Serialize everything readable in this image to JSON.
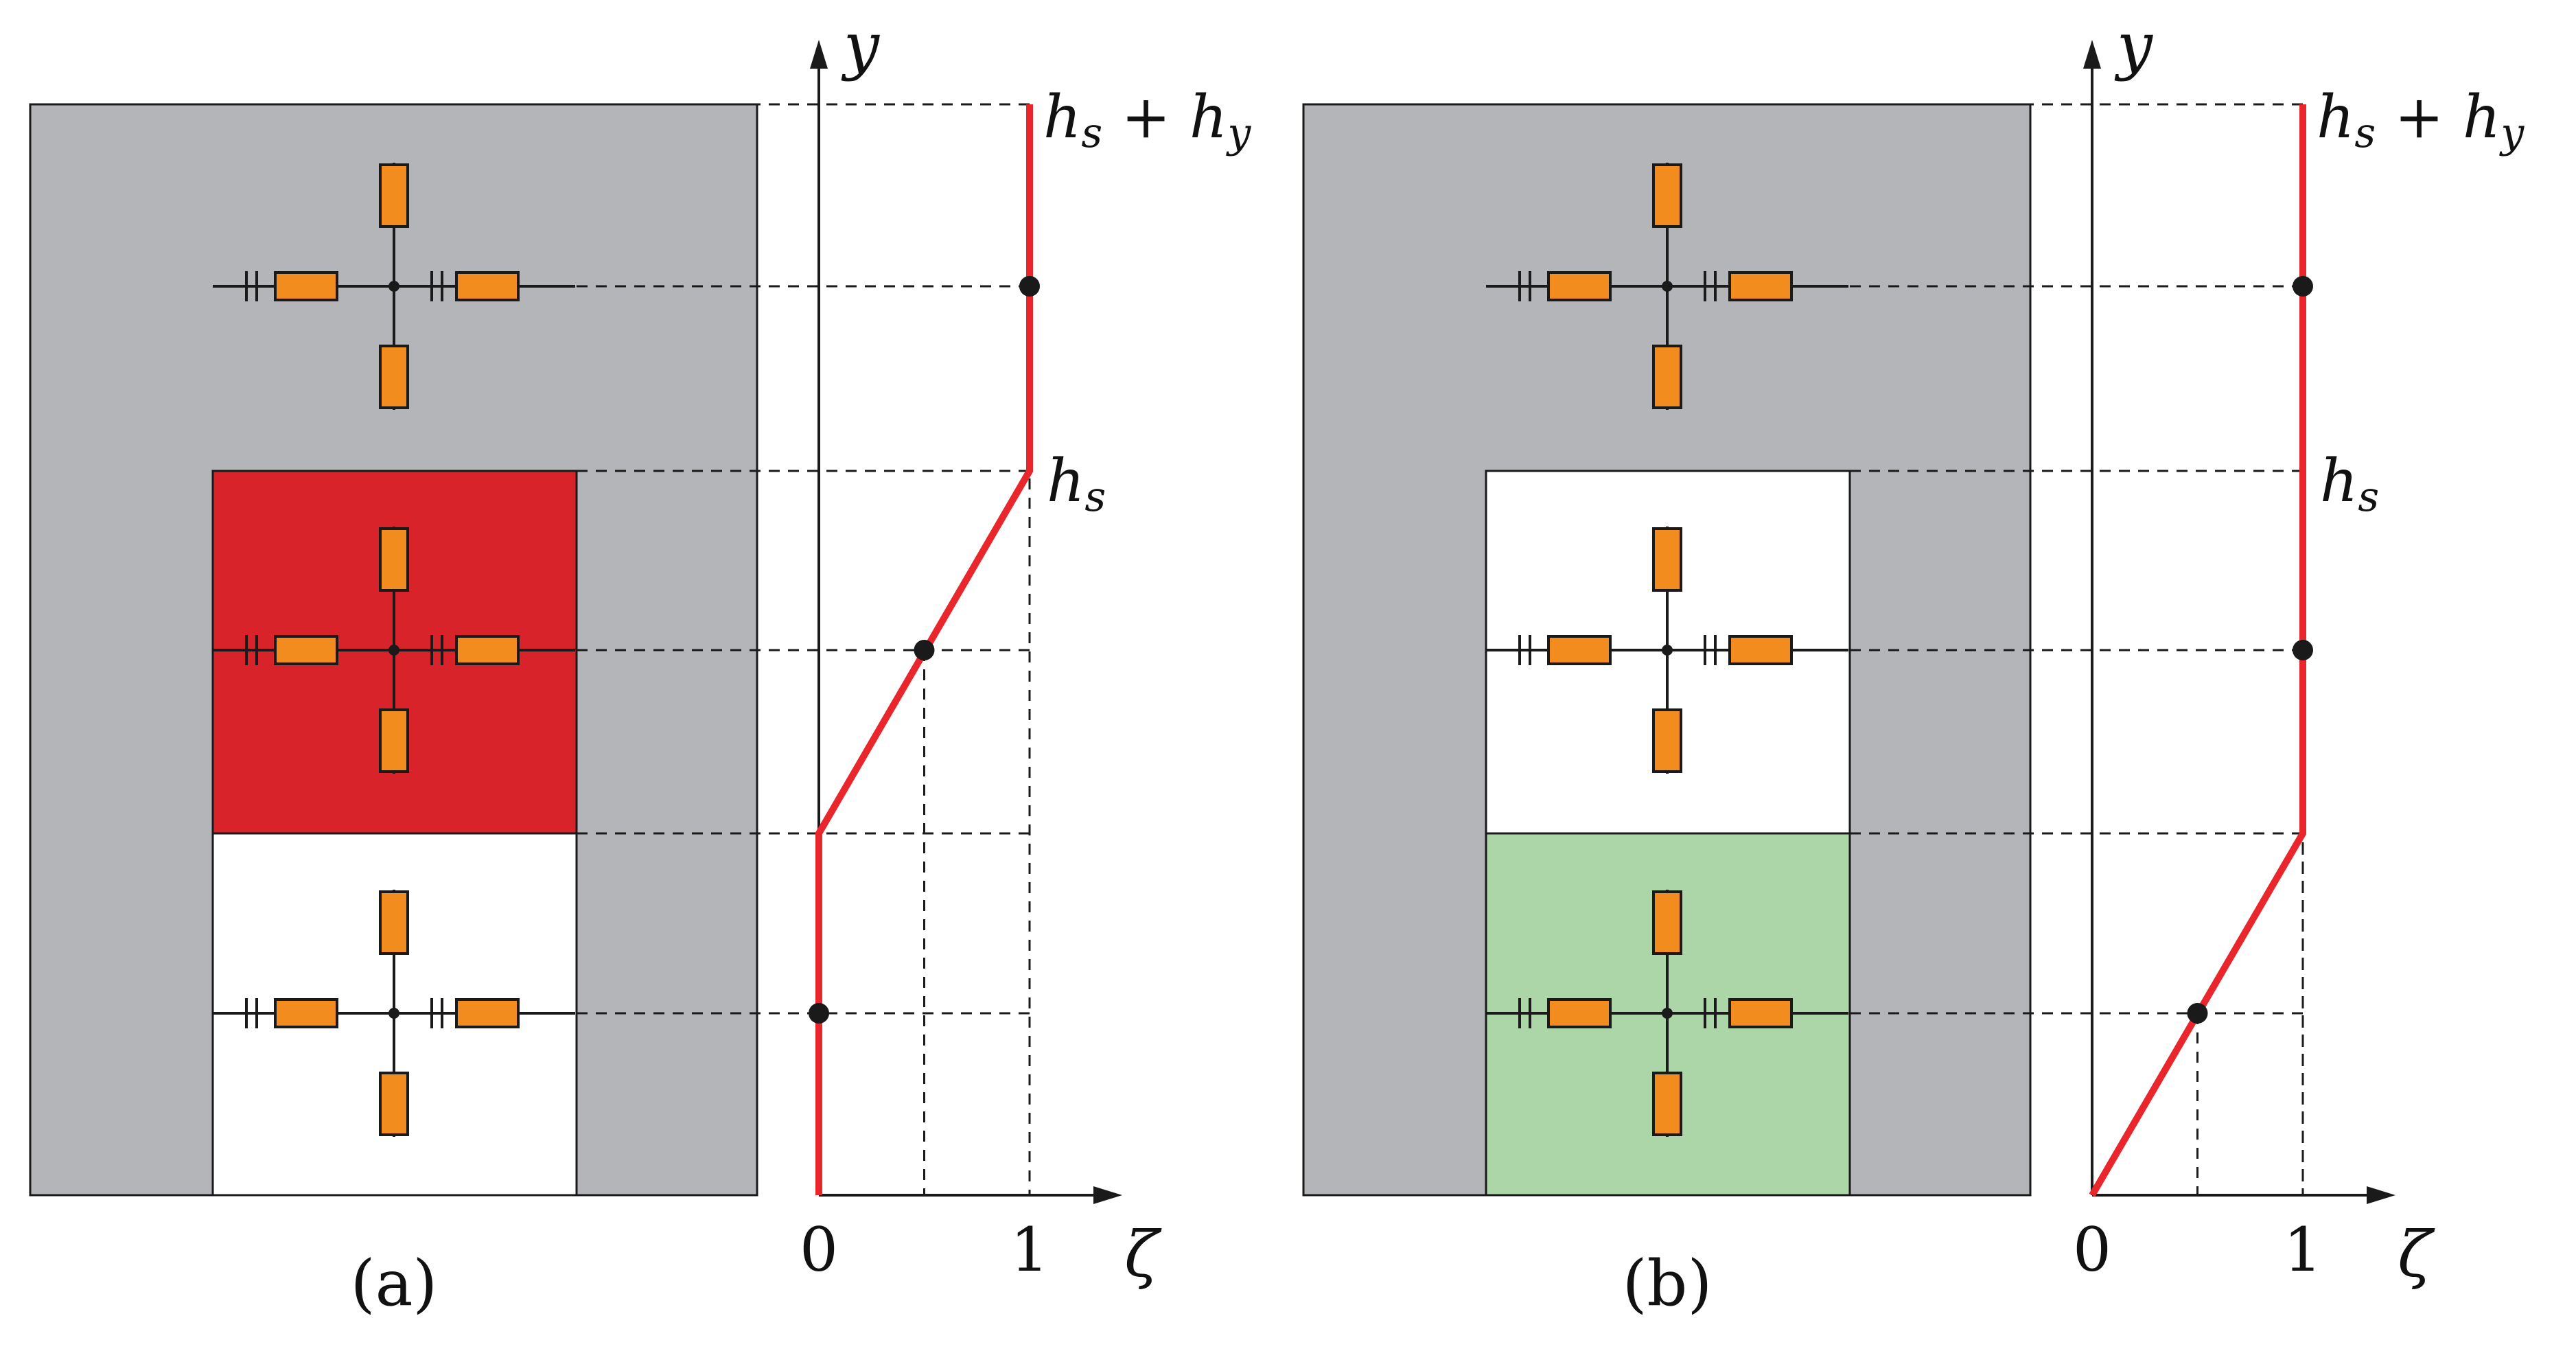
{
  "colors": {
    "background": "#ffffff",
    "domain_gray": "#b4b5b8",
    "active_red": "#d9232a",
    "active_green": "#acd6a8",
    "resistor_orange": "#f28c1e",
    "profile_red": "#e8262b",
    "line_black": "#1a1a1a"
  },
  "panels": [
    {
      "id": "a",
      "caption": "(a)",
      "lower_cell_fill": "white",
      "middle_cell_fill": "red",
      "axis": {
        "y_label": "y",
        "x_label": "ζ",
        "x_ticks": [
          "0",
          "1"
        ],
        "level_labels": [
          {
            "level": "top",
            "base": "h",
            "sub": "s",
            "op": "+",
            "base2": "h",
            "sub2": "y"
          },
          {
            "level": "hs",
            "base": "h",
            "sub": "s"
          }
        ]
      },
      "profile": {
        "x_range": [
          0,
          1
        ],
        "points": [
          {
            "zeta": 0,
            "level": "bottom"
          },
          {
            "zeta": 0,
            "level": "lower_boundary"
          },
          {
            "zeta": 1,
            "level": "hs"
          },
          {
            "zeta": 1,
            "level": "top"
          }
        ],
        "markers": [
          {
            "zeta": 0,
            "level": "lower_node"
          },
          {
            "zeta": 0.5,
            "level": "middle_node"
          },
          {
            "zeta": 1,
            "level": "upper_node"
          }
        ]
      }
    },
    {
      "id": "b",
      "caption": "(b)",
      "lower_cell_fill": "green",
      "middle_cell_fill": "white",
      "axis": {
        "y_label": "y",
        "x_label": "ζ",
        "x_ticks": [
          "0",
          "1"
        ],
        "level_labels": [
          {
            "level": "top",
            "base": "h",
            "sub": "s",
            "op": "+",
            "base2": "h",
            "sub2": "y"
          },
          {
            "level": "hs",
            "base": "h",
            "sub": "s"
          }
        ]
      },
      "profile": {
        "x_range": [
          0,
          1
        ],
        "points": [
          {
            "zeta": 0,
            "level": "bottom"
          },
          {
            "zeta": 1,
            "level": "lower_boundary"
          },
          {
            "zeta": 1,
            "level": "top"
          }
        ],
        "markers": [
          {
            "zeta": 0.5,
            "level": "lower_node"
          },
          {
            "zeta": 1,
            "level": "middle_node"
          },
          {
            "zeta": 1,
            "level": "upper_node"
          }
        ]
      }
    }
  ]
}
